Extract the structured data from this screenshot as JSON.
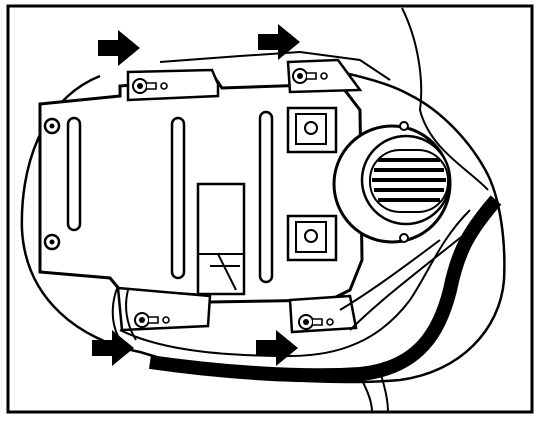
{
  "figure": {
    "kind": "technical-line-illustration",
    "ink_color": "#000000",
    "paper_color": "#ffffff",
    "arrow_count": 4,
    "fastener_count": 4,
    "icon_names": [
      "arrow-right-icon",
      "screw-icon",
      "speaker-grille-icon"
    ]
  }
}
